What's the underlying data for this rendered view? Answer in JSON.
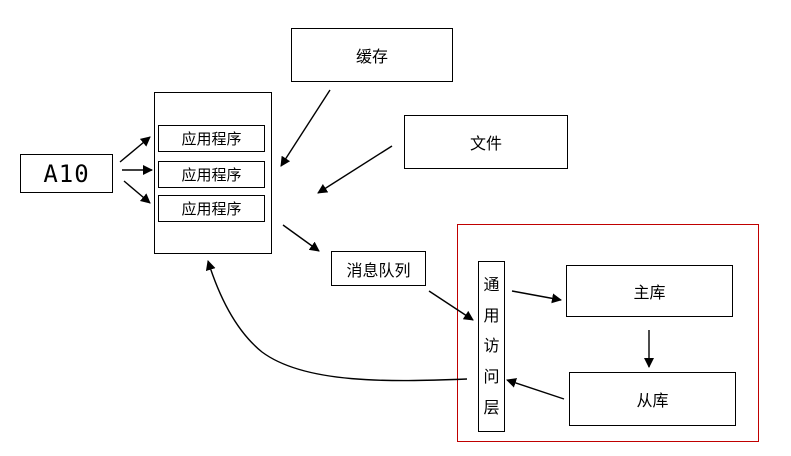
{
  "nodes": {
    "a10": "A10",
    "apps": [
      "应用程序",
      "应用程序",
      "应用程序"
    ],
    "cache": "缓存",
    "file": "文件",
    "mq": "消息队列",
    "access_layer": [
      "通",
      "用",
      "访",
      "问",
      "层"
    ],
    "primary_db": "主库",
    "replica_db": "从库"
  },
  "colors": {
    "line": "#000000",
    "db_region_border": "#c00000"
  }
}
